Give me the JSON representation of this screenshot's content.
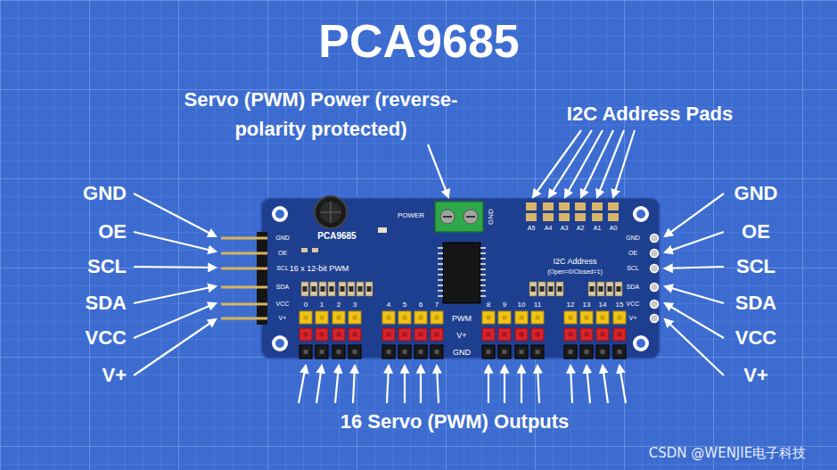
{
  "diagram": {
    "title": "PCA9685",
    "nodes": [
      {
        "text": [
          "PCA9685",
          "16 x 12-bit PWM"
        ]
      }
    ],
    "labels": [
      "Servo (PWM) Power (reverse-polarity protected)",
      "I2C Address Pads",
      "GND",
      "OE",
      "SCL",
      "SDA",
      "VCC",
      "V+",
      "GND",
      "OE",
      "SCL",
      "SDA",
      "VCC",
      "V+",
      "16 Servo (PWM) Outputs",
      "CSDN @WENJIE电子科技",
      "POWER",
      "GND",
      "I2C Address",
      "(Open=0/Closed=1)",
      "A5",
      "A4",
      "A3",
      "A2",
      "A1",
      "A0",
      "GND",
      "OE",
      "SCL",
      "SDA",
      "VCC",
      "V+",
      "GND",
      "OE",
      "SCL",
      "SDA",
      "VCC",
      "V+",
      "0",
      "1",
      "2",
      "3",
      "4",
      "5",
      "6",
      "7",
      "8",
      "9",
      "10",
      "11",
      "12",
      "13",
      "14",
      "15",
      "PWM",
      "V+",
      "GND"
    ]
  }
}
